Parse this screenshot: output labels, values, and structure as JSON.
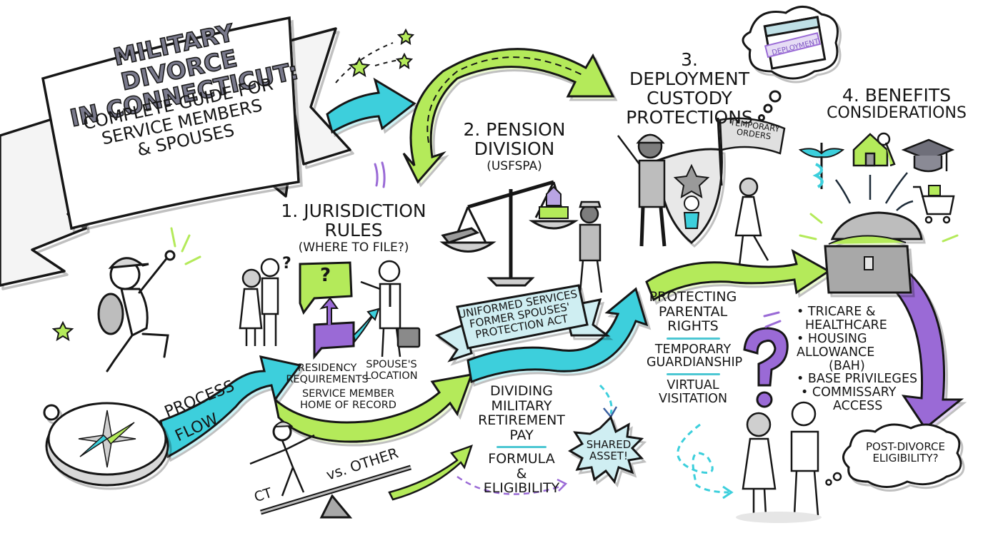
{
  "title_banner": {
    "main_lines": [
      "MILITARY DIVORCE",
      "IN CONNECTICUT:"
    ],
    "sub_lines": [
      "COMPLETE GUIDE FOR",
      "SERVICE MEMBERS",
      "& SPOUSES"
    ]
  },
  "process_flow": {
    "word1": "PROCESS",
    "word2": "FLOW"
  },
  "seesaw": {
    "left": "CT",
    "right": "vs. OTHER"
  },
  "section1": {
    "heading_lines": [
      "1. JURISDICTION",
      "RULES"
    ],
    "subheading": "(WHERE TO FILE?)",
    "labels": {
      "residency": [
        "RESIDENCY",
        "REQUIREMENTS"
      ],
      "spouse_location": [
        "SPOUSE'S",
        "LOCATION"
      ],
      "home_of_record": [
        "SERVICE MEMBER",
        "HOME OF RECORD"
      ]
    },
    "map_question": "?",
    "couple_question": "?"
  },
  "section2": {
    "heading_lines": [
      "2. PENSION",
      "DIVISION"
    ],
    "subheading": "(USFSPA)",
    "ribbon_lines": [
      "UNIFORMED SERVICES",
      "FORMER SPOUSES'",
      "PROTECTION ACT"
    ],
    "retirement_lines": [
      "DIVIDING",
      "MILITARY",
      "RETIREMENT",
      "PAY"
    ],
    "formula_lines": [
      "FORMULA",
      "&",
      "ELIGIBILITY"
    ],
    "burst_lines": [
      "SHARED",
      "ASSET!"
    ]
  },
  "section3": {
    "heading_lines": [
      "3. DEPLOYMENT",
      "CUSTODY",
      "PROTECTIONS"
    ],
    "flag_lines": [
      "TEMPORARY",
      "ORDERS"
    ],
    "calendar_stamp": "DEPLOYMENT",
    "items": [
      [
        "PROTECTING",
        "PARENTAL",
        "RIGHTS"
      ],
      [
        "TEMPORARY",
        "GUARDIANSHIP"
      ],
      [
        "VIRTUAL",
        "VISITATION"
      ]
    ]
  },
  "section4": {
    "heading_lines": [
      "4. BENEFITS",
      "CONSIDERATIONS"
    ],
    "bullets": [
      [
        "TRICARE &",
        "HEALTHCARE"
      ],
      [
        "HOUSING ALLOWANCE",
        "(BAH)"
      ],
      [
        "BASE PRIVILEGES"
      ],
      [
        "COMMISSARY",
        "ACCESS"
      ]
    ],
    "thought_lines": [
      "POST-DIVORCE",
      "ELIGIBILITY?"
    ],
    "big_question": "?"
  },
  "colors": {
    "cyan": "#3ccfdc",
    "lime": "#b4ea5a",
    "purple": "#9a6ad6",
    "gray": "#9a9a9a",
    "ink": "#161616",
    "title_fill": "#7a7a8c",
    "ribbon": "#cfeef2"
  }
}
